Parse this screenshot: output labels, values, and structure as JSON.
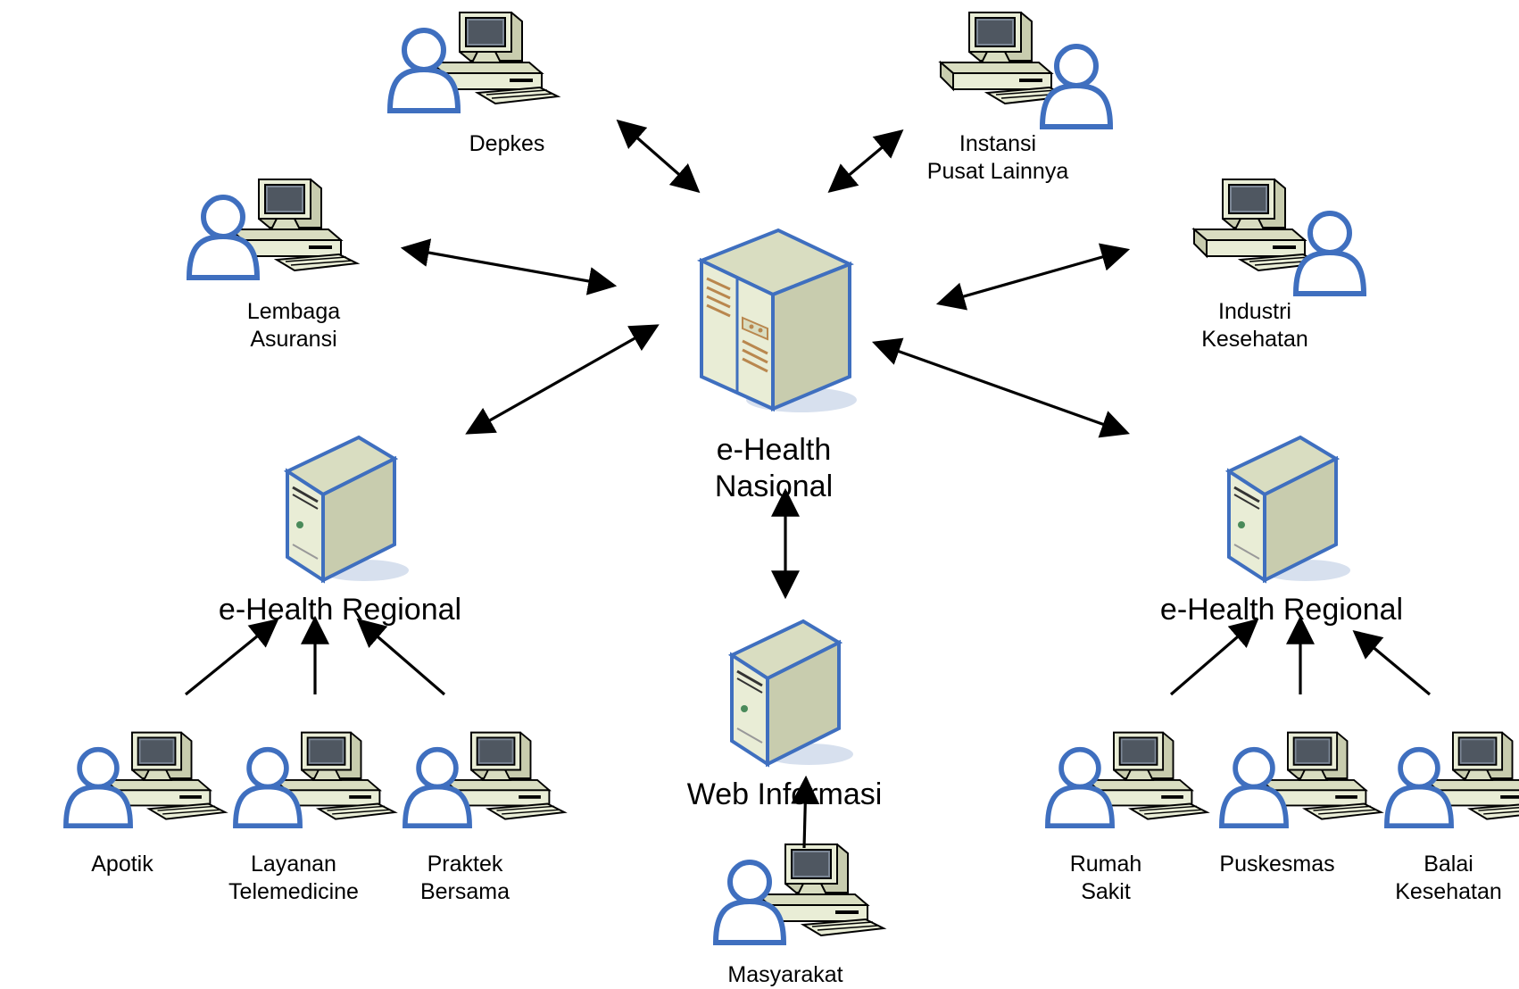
{
  "title": "",
  "nodes": {
    "depkes": {
      "lines": [
        "Depkes"
      ]
    },
    "instansi": {
      "lines": [
        "Instansi",
        "Pusat Lainnya"
      ]
    },
    "lembaga": {
      "lines": [
        "Lembaga",
        "Asuransi"
      ]
    },
    "industri": {
      "lines": [
        "Industri",
        "Kesehatan"
      ]
    },
    "nasional": {
      "lines": [
        "e-Health",
        "Nasional"
      ]
    },
    "regional_left": {
      "lines": [
        "e-Health Regional"
      ]
    },
    "regional_right": {
      "lines": [
        "e-Health Regional"
      ]
    },
    "web": {
      "lines": [
        "Web Informasi"
      ]
    },
    "apotik": {
      "lines": [
        "Apotik"
      ]
    },
    "layanan": {
      "lines": [
        "Layanan",
        "Telemedicine"
      ]
    },
    "praktek": {
      "lines": [
        "Praktek",
        "Bersama"
      ]
    },
    "masyarakat": {
      "lines": [
        "Masyarakat"
      ]
    },
    "rumah": {
      "lines": [
        "Rumah",
        "Sakit"
      ]
    },
    "puskesmas": {
      "lines": [
        "Puskesmas"
      ]
    },
    "balai": {
      "lines": [
        "Balai",
        "Kesehatan"
      ]
    }
  },
  "edges": [
    {
      "from": "depkes",
      "to": "nasional",
      "direction": "both"
    },
    {
      "from": "instansi",
      "to": "nasional",
      "direction": "both"
    },
    {
      "from": "lembaga",
      "to": "nasional",
      "direction": "both"
    },
    {
      "from": "industri",
      "to": "nasional",
      "direction": "both"
    },
    {
      "from": "regional_left",
      "to": "nasional",
      "direction": "both"
    },
    {
      "from": "regional_right",
      "to": "nasional",
      "direction": "both"
    },
    {
      "from": "web",
      "to": "nasional",
      "direction": "both"
    },
    {
      "from": "apotik",
      "to": "regional_left",
      "direction": "forward"
    },
    {
      "from": "layanan",
      "to": "regional_left",
      "direction": "forward"
    },
    {
      "from": "praktek",
      "to": "regional_left",
      "direction": "forward"
    },
    {
      "from": "rumah",
      "to": "regional_right",
      "direction": "forward"
    },
    {
      "from": "puskesmas",
      "to": "regional_right",
      "direction": "forward"
    },
    {
      "from": "balai",
      "to": "regional_right",
      "direction": "forward"
    },
    {
      "from": "masyarakat",
      "to": "web",
      "direction": "forward"
    }
  ],
  "colors": {
    "outline": "#3F6FBF",
    "body": "#E9EDD6",
    "body_dark": "#C8CCAE",
    "body_mid": "#D9DDC1",
    "accent": "#B9874E",
    "shadow": "#D7E0EE",
    "arrow": "#000000",
    "screen": "#7C8796",
    "screen_dark": "#2A2F36"
  }
}
